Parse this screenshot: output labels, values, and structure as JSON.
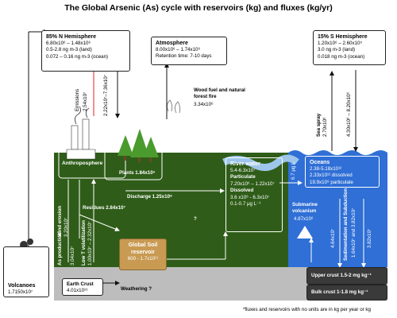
{
  "title": "The Global Arsenic (As) cycle with reservoirs (kg) and fluxes (kg/yr)",
  "n_hemisphere": {
    "heading": "85% N Hemisphere",
    "lines": [
      "6.80x10⁶ – 1.48x10⁶",
      "0.5-2.8 ng m-3 (land)",
      "0.072 – 0.16 ng m-3 (ocean)"
    ]
  },
  "atmosphere": {
    "heading": "Atmosphere",
    "lines": [
      "8.00x10⁶ – 1.74x10⁶",
      "Retention time: 7-10 days"
    ]
  },
  "s_hemisphere": {
    "heading": "15% S Hemisphere",
    "lines": [
      "1.20x10⁶ – 2.60x10⁵",
      "3.0 ng m-3 (land)",
      "0.018 ng m-3 (ocean)"
    ]
  },
  "emissions": {
    "label": "Emissions",
    "value": "2.54x10⁷"
  },
  "plant_flux": "2.22x10⁷–7.36x10⁷",
  "wood_fuel": {
    "label": "Wood fuel and natural forest fire",
    "value": "3.34x10⁶"
  },
  "sea_spray": {
    "label": "Sea spray",
    "value": "2.70x10⁶"
  },
  "ocean_atm_flux": "4.30x10⁶ – 8.20x10⁶",
  "anthroposphere": "Anthroposphere",
  "plants": "Plants 1.84x10⁵",
  "discharge": "Discharge 1.25x10⁸",
  "residues": "Residues 2.84x10⁷",
  "question_mark": "?",
  "river_water": {
    "heading": "River water",
    "total": "5.4-6.3x10⁷",
    "particulate_label": "Particulate",
    "particulate": "7.20x10⁶ – 1.22x10⁷",
    "dissolved_label": "Dissolved",
    "dissolved": "3.6 x10⁶ - 6.3x10⁷",
    "conc": "0.1-0.7 μg L⁻¹"
  },
  "river_ocean_flux": "6.7 μg L",
  "oceans": {
    "heading": "Oceans",
    "lines": [
      "2.38-5.18x10¹²",
      "2.33x10¹² dissolved",
      "19.9x10⁹ particulate"
    ]
  },
  "submarine": {
    "label": "Submarine volcanism",
    "value": "4.87x10⁶"
  },
  "wind_erosion": {
    "label": "Wind erosion",
    "value": "3.20x10⁷"
  },
  "low_t": {
    "label": "Low T volatilization",
    "value": "1.00x10⁷ – 2.32x10⁷"
  },
  "as_production": {
    "label": "As production",
    "value": "3.04x10⁷"
  },
  "soil": {
    "heading": "Global Soil reservoir",
    "value": "600 - 1.7x10¹¹"
  },
  "sedimentation": {
    "label": "Sedimentation and Subduction",
    "value": "1.64x10⁷ and 3.82x10⁷"
  },
  "ocean_flux_a": "4.64x10⁷",
  "ocean_flux_b": "3.82x10⁷",
  "upper_crust": "Upper crust 1.5-2 mg kg⁻¹",
  "bulk_crust": "Bulk crust 1-1.8 mg kg⁻¹",
  "volcanoes": {
    "label": "Volcanoes",
    "value": "1.7150x10⁷"
  },
  "earth_crust": {
    "label": "Earth Crust",
    "value": "4.01x10¹⁶"
  },
  "weathering": "Weathering ?",
  "footnote": "*fluxes and reservoirs with no units are in kg per year or kg",
  "colors": {
    "land": "#2f5d19",
    "ocean": "#2f6fd6",
    "crust": "#bdbdbd",
    "soil": "#c89a52",
    "river": "#9ec6ea"
  }
}
